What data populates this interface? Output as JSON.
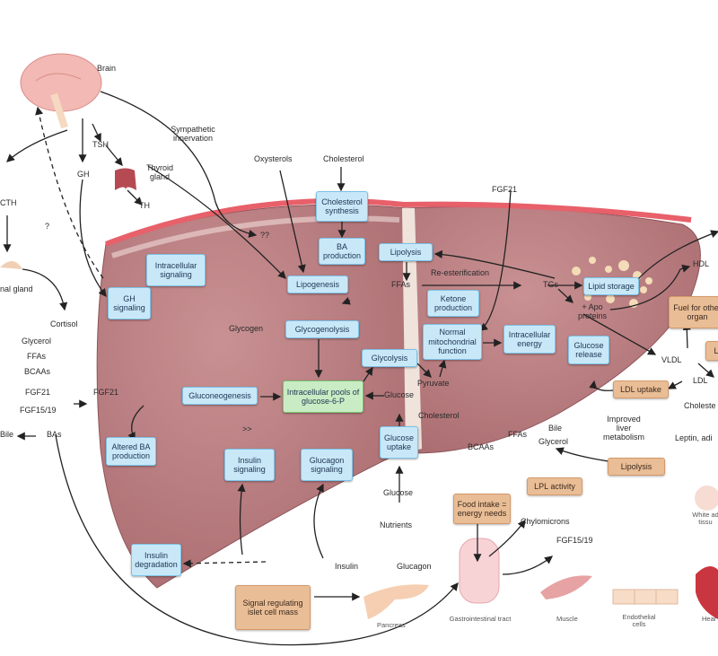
{
  "colors": {
    "liver": "#b7787b",
    "liver_dark": "#9e5f63",
    "capsule": "#e8606a",
    "blue_box": "#c8e8f8",
    "green_box": "#c9ecc4",
    "orange_box": "#e9bd95"
  },
  "organs": {
    "brain": "Brain",
    "thyroid": "Thyroid gland",
    "adrenal": "nal gland",
    "pancreas": "Pancreas",
    "gi": "Gastrointestinal tract",
    "muscle": "Muscle",
    "endothelial": "Endothelial cells",
    "heart": "Hear",
    "white_adipose": "White ad tissu"
  },
  "blue_boxes": {
    "intracellular_signaling": "Intracellular signaling",
    "gh_signaling": "GH signaling",
    "cholesterol_synthesis": "Cholesterol synthesis",
    "ba_production": "BA production",
    "lipogenesis": "Lipogenesis",
    "glycogenolysis": "Glycogenolysis",
    "lipolysis": "Lipolysis",
    "ketone_production": "Ketone production",
    "mito_function": "Normal mitochondrial function",
    "intracellular_energy": "Intracellular energy",
    "glycolysis": "Glycolysis",
    "glucose_release": "Glucose release",
    "lipid_storage": "Lipid storage",
    "gluconeogenesis": "Gluconeogenesis",
    "altered_ba": "Altered BA production",
    "insulin_signaling": "Insulin signaling",
    "glucagon_signaling": "Glucagon signaling",
    "glucose_uptake": "Glucose uptake",
    "insulin_degradation": "Insulin degradation"
  },
  "green_boxes": {
    "glucose6p": "Intracellular pools of glucose-6-P"
  },
  "orange_boxes": {
    "fuel": "Fuel for other organ",
    "l_box": "L",
    "ldl_uptake": "LDL uptake",
    "lipolysis_wat": "Lipolysis",
    "lpl_activity": "LPL activity",
    "food_intake": "Food intake = energy needs",
    "islet_signal": "Signal regulating islet cell mass"
  },
  "labels": {
    "tsh": "TSH",
    "gh": "GH",
    "th": "TH",
    "acth": "CTH",
    "question": "?",
    "double_question": "??",
    "sympathetic": "Sympathetic innervation",
    "oxysterols": "Oxysterols",
    "cholesterol_top": "Cholesterol",
    "fgf21_top": "FGF21",
    "cortisol": "Cortisol",
    "glycerol_left": "Glycerol",
    "ffas_left": "FFAs",
    "bcaas_left": "BCAAs",
    "fgf21_left": "FGF21",
    "fgf21_mid": "FGF21",
    "fgf15_left": "FGF15/19",
    "bile_left": "Bile",
    "bas": "BAs",
    "ffas_mid": "FFAs",
    "re_esterification": "Re-esterification",
    "tgs": "TGs",
    "apo": "+ Apo proteins",
    "hdl": "HDL",
    "vldl": "VLDL",
    "ldl": "LDL",
    "cholesterol_right": "Choleste",
    "glycogen": "Glycogen",
    "pyruvate": "Pyruvate",
    "glucose_mid": "Glucose",
    "cholesterol_mid": "Cholesterol",
    "bile_mid": "Bile",
    "glycerol_mid": "Glycerol",
    "ffas_low": "FFAs",
    "bcaas_low": "BCAAs",
    "improved": "Improved liver metabolism",
    "leptin": "Leptin, adi",
    "glucose_low": "Glucose",
    "nutrients": "Nutrients",
    "chylomicrons": "Chylomicrons",
    "fgf15_low": "FGF15/19",
    "insulin": "Insulin",
    "glucagon": "Glucagon",
    "chevrons": ">>"
  }
}
